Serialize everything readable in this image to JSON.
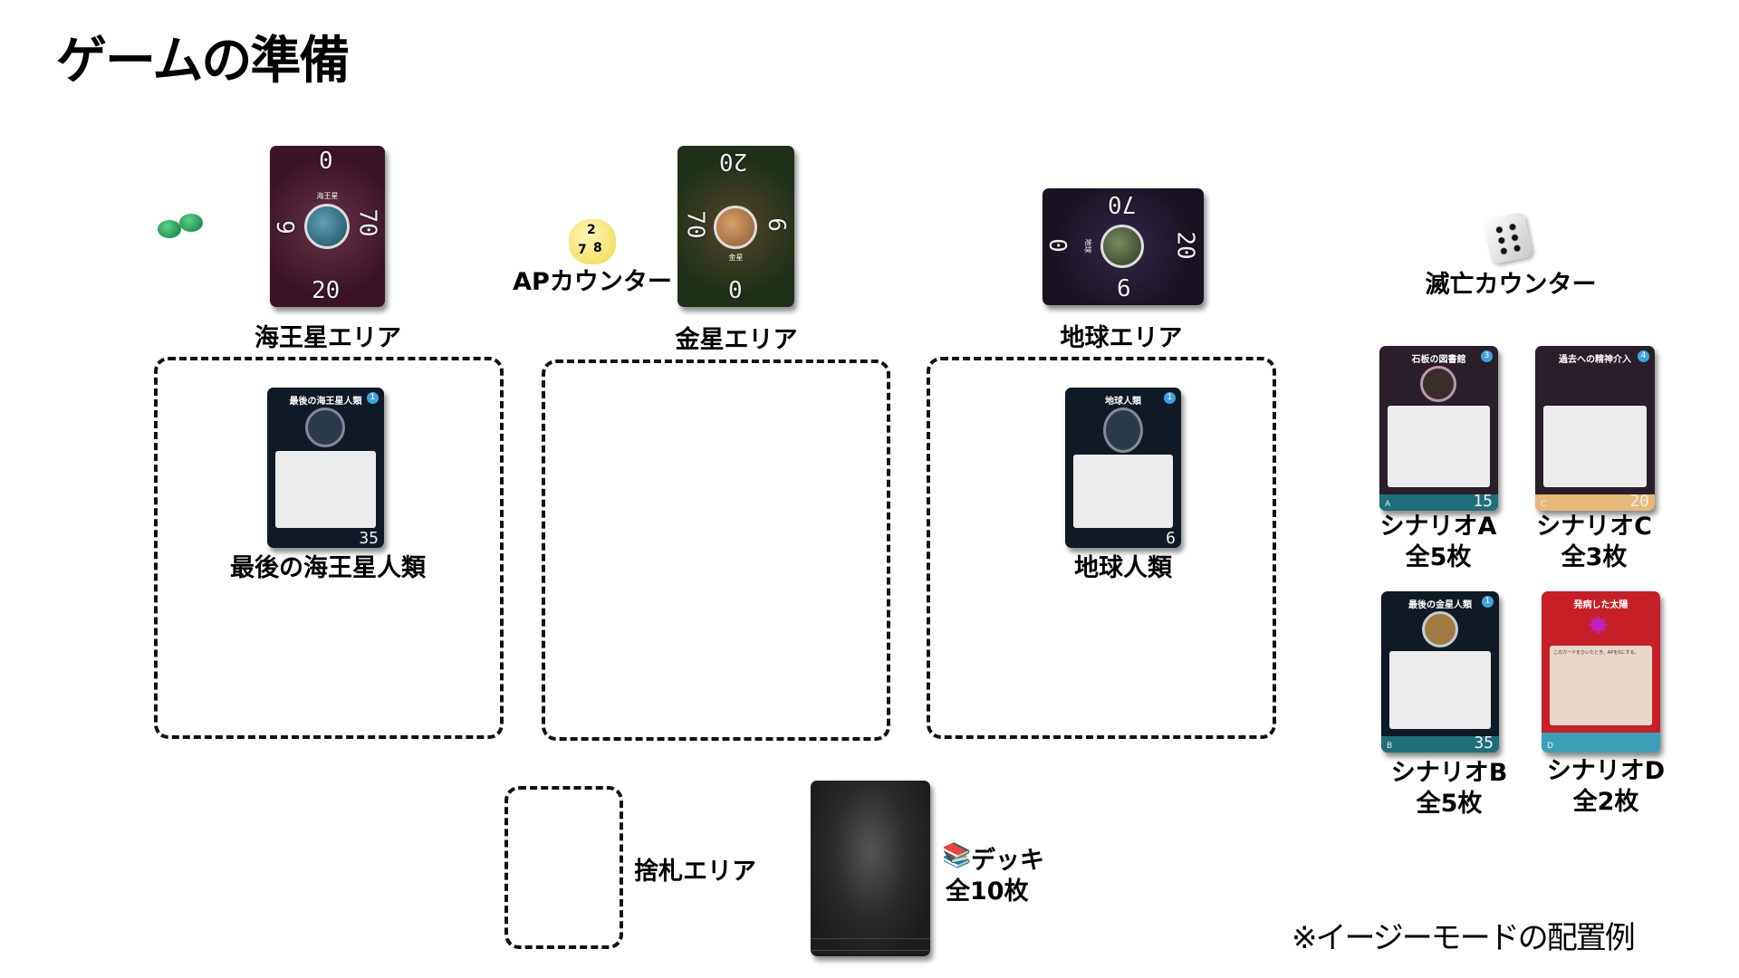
{
  "title": "ゲームの準備",
  "areas": {
    "neptune": "海王星エリア",
    "venus": "金星エリア",
    "earth": "地球エリア",
    "discard": "捨札エリア"
  },
  "counters": {
    "ap": "APカウンター",
    "doom": "滅亡カウンター"
  },
  "planet_cards": {
    "neptune": {
      "name": "海王星",
      "top": "0",
      "left": "9",
      "right": "70",
      "bottom": "20"
    },
    "venus": {
      "name": "金星",
      "top": "20",
      "left": "70",
      "right": "9",
      "bottom": "0"
    },
    "earth": {
      "name": "地球",
      "top": "70",
      "left": "0",
      "right": "20",
      "bottom": "6"
    }
  },
  "ap_die_faces": [
    "2",
    "7",
    "8"
  ],
  "character_cards": [
    {
      "name": "最後の海王星人類",
      "cost": "35",
      "badge": "1",
      "label": "最後の海王星人類"
    },
    {
      "name": "地球人類",
      "cost": "6",
      "badge": "1",
      "label": "地球人類"
    }
  ],
  "scenarios": [
    {
      "card_title": "石板の図書館",
      "badge": "3",
      "letter": "A",
      "cost": "15",
      "label": "シナリオA",
      "count": "全5枚",
      "color": "#1e6f7a"
    },
    {
      "card_title": "過去への精神介入",
      "badge": "4",
      "letter": "C",
      "cost": "20",
      "label": "シナリオC",
      "count": "全3枚",
      "color": "#e7b878"
    },
    {
      "card_title": "最後の金星人類",
      "badge": "1",
      "letter": "B",
      "cost": "35",
      "label": "シナリオB",
      "count": "全5枚",
      "color": "#1e6f7a"
    },
    {
      "card_title": "発病した太陽",
      "letter": "D",
      "label": "シナリオD",
      "count": "全2枚",
      "text": "このカードをひいたとき、APを0にする。",
      "color": "#c62026"
    }
  ],
  "deck": {
    "label": "デッキ",
    "count": "全10枚",
    "icon": "books-icon"
  },
  "note": "※イージーモードの配置例"
}
